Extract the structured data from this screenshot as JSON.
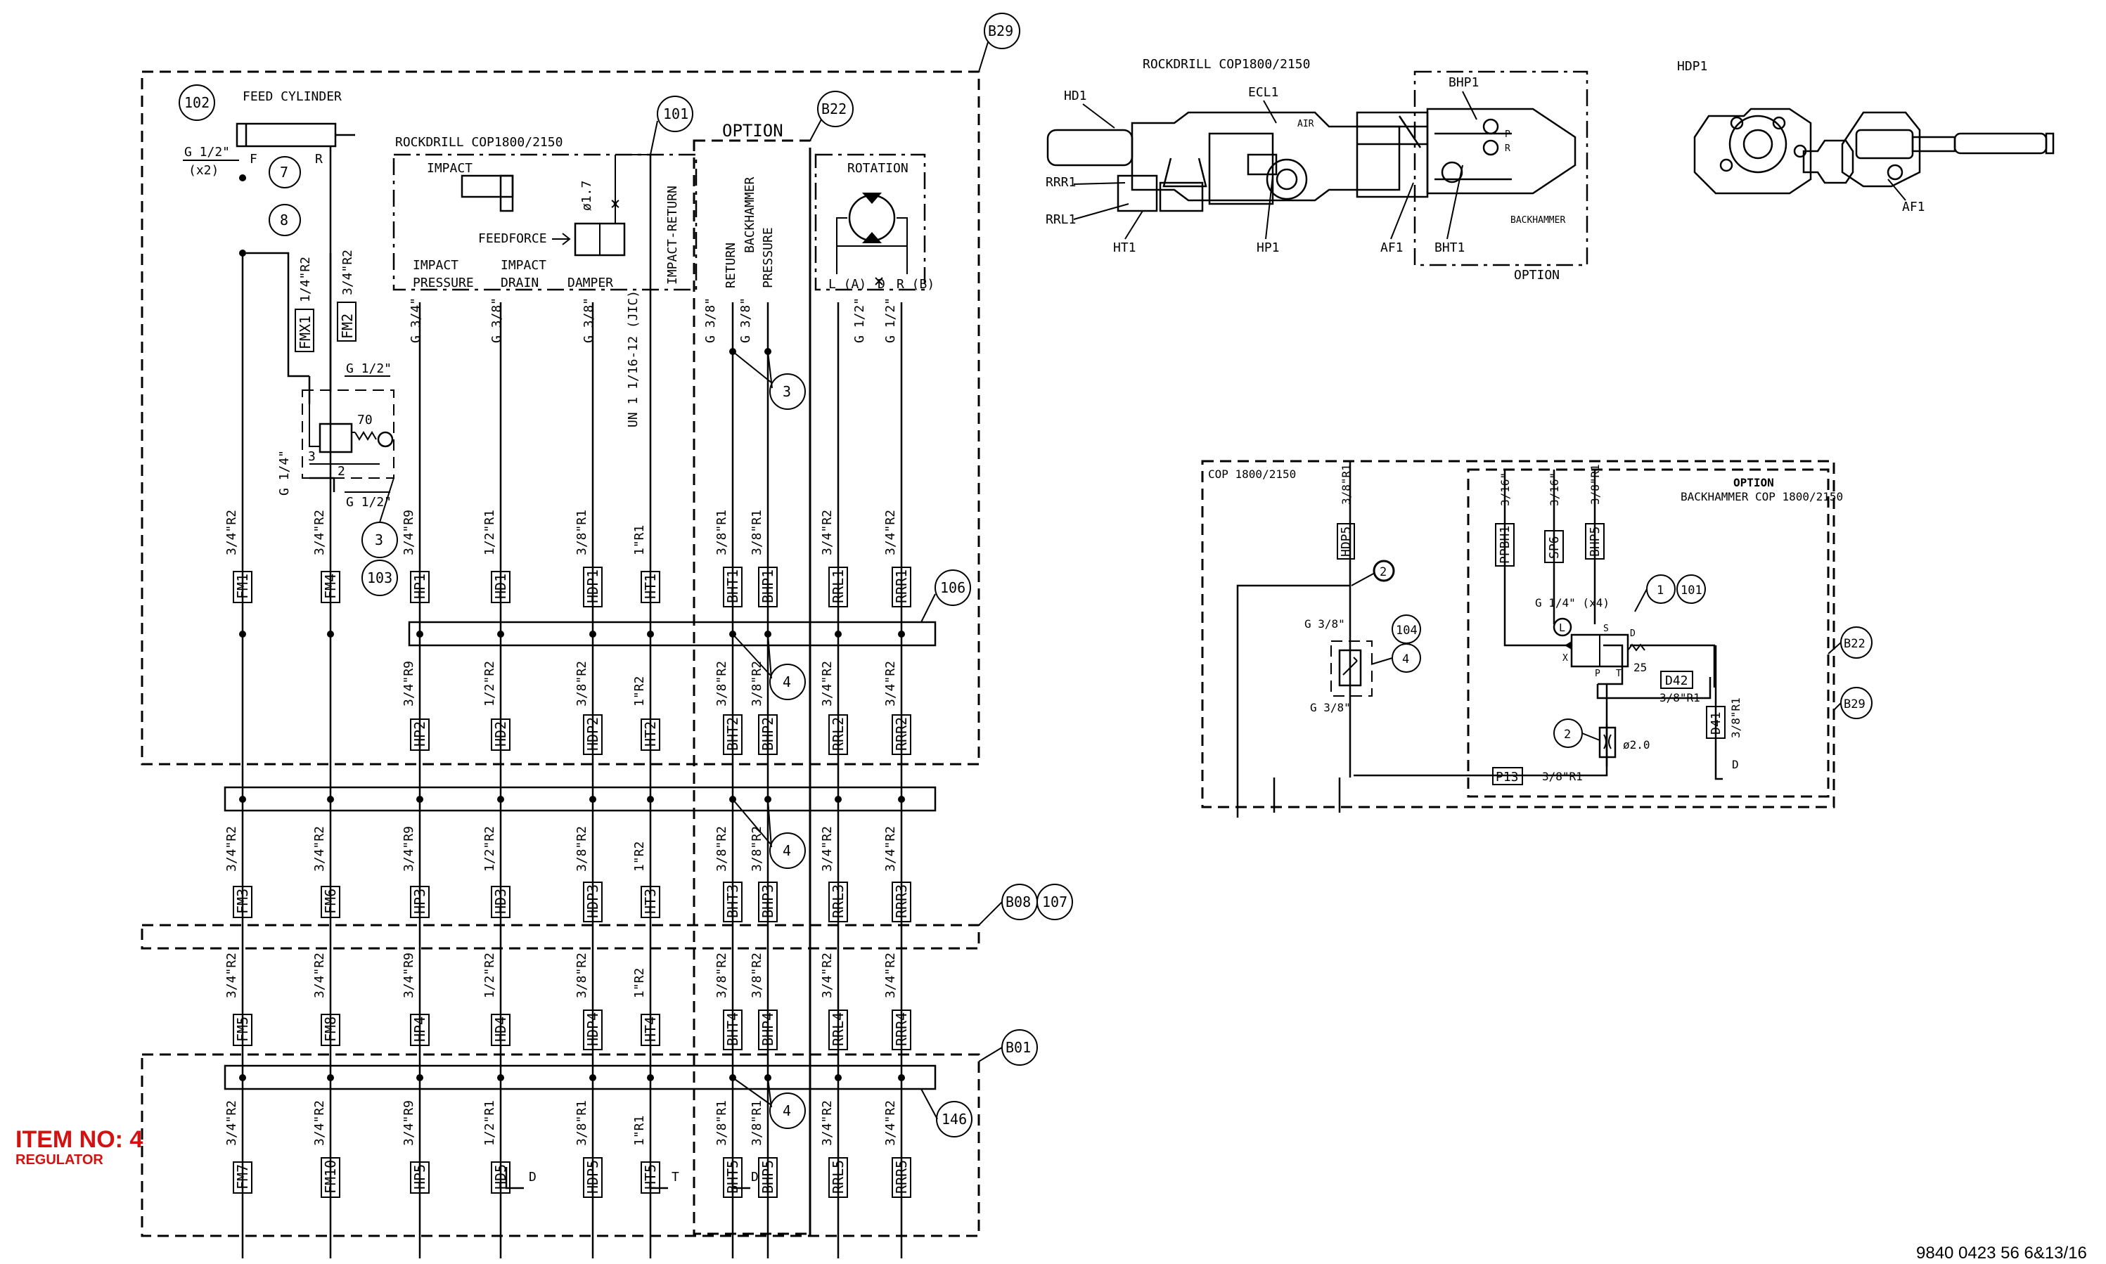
{
  "item": {
    "number": "ITEM NO: 4",
    "name": "REGULATOR"
  },
  "footer": {
    "doc_number": "9840 0423 56 6&13/16"
  },
  "frames": {
    "b29": "B29",
    "b22": "B22",
    "b08": "B08",
    "b01": "B01",
    "option": "OPTION"
  },
  "labels": {
    "feed_cylinder": "FEED CYLINDER",
    "rockdrill": "ROCKDRILL COP1800/2150",
    "impact": "IMPACT",
    "rotation": "ROTATION",
    "feedforce": "FEEDFORCE",
    "impact_pressure_1": "IMPACT",
    "impact_pressure_2": "PRESSURE",
    "impact_drain_1": "IMPACT",
    "impact_drain_2": "DRAIN",
    "damper": "DAMPER",
    "impact_return": "IMPACT-RETURN",
    "return": "RETURN",
    "backhammer": "BACKHAMMER",
    "pressure": "PRESSURE",
    "f": "F",
    "r": "R",
    "g12x2_a": "G 1/2\"",
    "g12x2_b": "(x2)",
    "orifice_17": "ø1.7",
    "l_a": "L (A)",
    "d": "D",
    "r_b": "R (B)",
    "port3": "3",
    "port2": "2",
    "val70": "70"
  },
  "balloons": {
    "b102": "102",
    "b101": "101",
    "b7": "7",
    "b8": "8",
    "b3a": "3",
    "b103": "103",
    "b3b": "3",
    "b106": "106",
    "b4a": "4",
    "b4b": "4",
    "b4c": "4",
    "b107": "107",
    "b146": "146"
  },
  "fittings": {
    "g12_reg_top": "G 1/2\"",
    "g12_reg_bot": "G 1/2\"",
    "g14_reg": "G 1/4\"",
    "hp": "G 3/4\"",
    "hd": "G 3/8\"",
    "hdp": "G 3/8\"",
    "ht": "UN 1 1/16-12 (JIC)",
    "bht": "G 3/8\"",
    "bhp": "G 3/8\"",
    "rrl": "G 1/2\"",
    "rrr": "G 1/2\"",
    "fmx1_size": "1/4\"R2",
    "fm2_size": "3/4\"R2"
  },
  "columns": [
    {
      "id": "fm_a",
      "tags": [
        "FM1",
        "FM3",
        "FM5",
        "FM7"
      ],
      "sizes": [
        "3/4\"R2",
        "3/4\"R2",
        "3/4\"R2",
        "3/4\"R2"
      ]
    },
    {
      "id": "fm_b",
      "tags": [
        "FM4",
        "FM6",
        "FM8",
        "FM10"
      ],
      "sizes": [
        "3/4\"R2",
        "3/4\"R2",
        "3/4\"R2",
        "3/4\"R2"
      ]
    },
    {
      "id": "hp",
      "tags": [
        "HP1",
        "HP2",
        "HP3",
        "HP4",
        "HP5"
      ],
      "sizes": [
        "3/4\"R9",
        "3/4\"R9",
        "3/4\"R9",
        "3/4\"R9",
        "3/4\"R9"
      ]
    },
    {
      "id": "hd",
      "tags": [
        "HD1",
        "HD2",
        "HD3",
        "HD4",
        "HD5"
      ],
      "sizes": [
        "1/2\"R1",
        "1/2\"R2",
        "1/2\"R2",
        "1/2\"R2",
        "1/2\"R1"
      ]
    },
    {
      "id": "hdp",
      "tags": [
        "HDP1",
        "HDP2",
        "HDP3",
        "HDP4",
        "HDP5"
      ],
      "sizes": [
        "3/8\"R1",
        "3/8\"R2",
        "3/8\"R2",
        "3/8\"R2",
        "3/8\"R1"
      ]
    },
    {
      "id": "ht",
      "tags": [
        "HT1",
        "HT2",
        "HT3",
        "HT4",
        "HT5"
      ],
      "sizes": [
        "1\"R1",
        "1\"R2",
        "1\"R2",
        "1\"R2",
        "1\"R1"
      ]
    },
    {
      "id": "bht",
      "tags": [
        "BHT1",
        "BHT2",
        "BHT3",
        "BHT4",
        "BHT5"
      ],
      "sizes": [
        "3/8\"R1",
        "3/8\"R2",
        "3/8\"R2",
        "3/8\"R2",
        "3/8\"R1"
      ]
    },
    {
      "id": "bhp",
      "tags": [
        "BHP1",
        "BHP2",
        "BHP3",
        "BHP4",
        "BHP5"
      ],
      "sizes": [
        "3/8\"R1",
        "3/8\"R2",
        "3/8\"R2",
        "3/8\"R2",
        "3/8\"R1"
      ]
    },
    {
      "id": "rrl",
      "tags": [
        "RRL1",
        "RRL2",
        "RRL3",
        "RRL4",
        "RRL5"
      ],
      "sizes": [
        "3/4\"R2",
        "3/4\"R2",
        "3/4\"R2",
        "3/4\"R2",
        "3/4\"R2"
      ]
    },
    {
      "id": "rrr",
      "tags": [
        "RRR1",
        "RRR2",
        "RRR3",
        "RRR4",
        "RRR5"
      ],
      "sizes": [
        "3/4\"R2",
        "3/4\"R2",
        "3/4\"R2",
        "3/4\"R2",
        "3/4\"R2"
      ]
    }
  ],
  "side_tags": {
    "fmx1": "FMX1",
    "fm2": "FM2"
  },
  "drains": {
    "d1": "D",
    "t": "T",
    "d2": "D"
  },
  "drill_view": {
    "title": "ROCKDRILL COP1800/2150",
    "hdp1": "HDP1",
    "labels": [
      "HD1",
      "ECL1",
      "RRR1",
      "RRL1",
      "HT1",
      "HP1",
      "AF1",
      "BHP1",
      "BHT1",
      "AF1"
    ],
    "air": "AIR",
    "p": "P",
    "r": "R",
    "backhammer": "BACKHAMMER",
    "option": "OPTION"
  },
  "schematic": {
    "frame_title": "COP 1800/2150",
    "option_title": "OPTION",
    "option_sub": "BACKHAMMER COP 1800/2150",
    "tags": {
      "hdp5": "HDP5",
      "ppbh1": "PPBH1",
      "sp6": "SP6",
      "bhp5": "BHP5",
      "d42": "D42",
      "d41": "D41",
      "p13": "P13"
    },
    "sizes": {
      "hdp5": "3/8\"R1",
      "ppbh1": "3/16\"",
      "sp6": "3/16\"",
      "bhp5": "3/8\"R1",
      "d42": "3/8\"R1",
      "d41": "3/8\"R1",
      "p13": "3/8\"R1"
    },
    "g38_top": "G 3/8\"",
    "g38_bot": "G 3/8\"",
    "g14x4": "G 1/4\" (x4)",
    "b2a": "2",
    "b104": "104",
    "b4": "4",
    "b1": "1",
    "b101": "101",
    "b2b": "2",
    "b22": "B22",
    "b29": "B29",
    "orifice": "ø2.0",
    "val25": "25",
    "drain": "D",
    "port_x": "X",
    "port_s": "S",
    "port_d": "D",
    "port_p": "P",
    "port_t": "T",
    "port_l": "L"
  }
}
